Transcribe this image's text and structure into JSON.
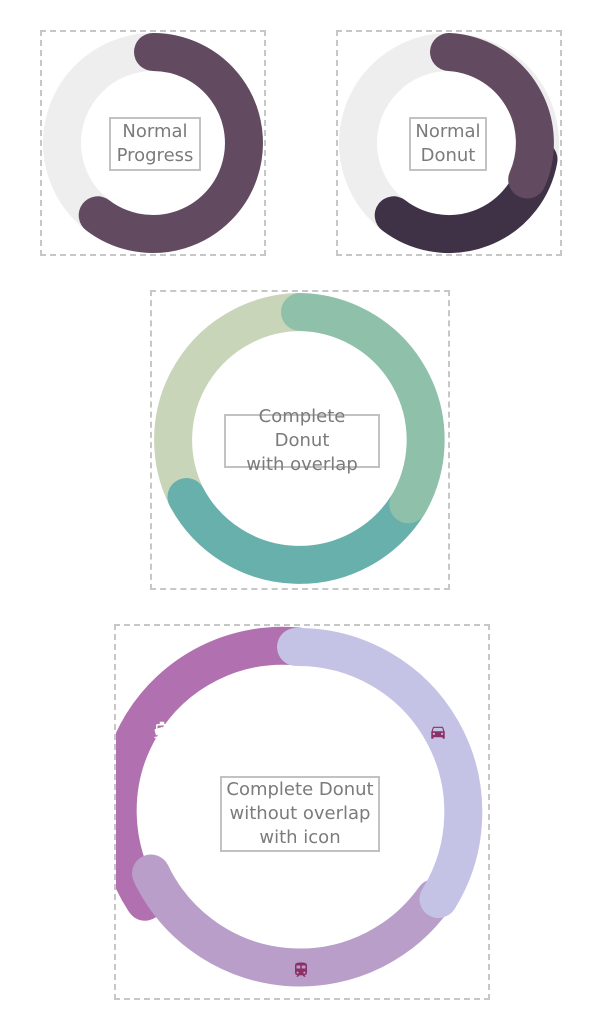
{
  "cards": {
    "normal_progress": {
      "label": "Normal\nProgress",
      "track_color": "#eeeeee",
      "arc_color": "#624b61"
    },
    "normal_donut": {
      "label": "Normal\nDonut",
      "track_color": "#eeeeee",
      "segments": [
        {
          "color": "#624b61"
        },
        {
          "color": "#3f3146"
        }
      ]
    },
    "complete_overlap": {
      "label": "Complete Donut\nwith overlap",
      "segments": [
        {
          "color": "#8fc0a9"
        },
        {
          "color": "#68b0ab"
        },
        {
          "color": "#c8d5b9"
        }
      ]
    },
    "complete_icon": {
      "label": "Complete Donut\nwithout overlap\nwith icon",
      "segments": [
        {
          "color": "#c4c3e6",
          "icon": "car-icon"
        },
        {
          "color": "#b89ec8",
          "icon": "train-icon"
        },
        {
          "color": "#b171b0",
          "icon": "ship-icon"
        }
      ],
      "icon_color": "#8b2f66",
      "ship_icon_color": "#ffffff"
    }
  }
}
